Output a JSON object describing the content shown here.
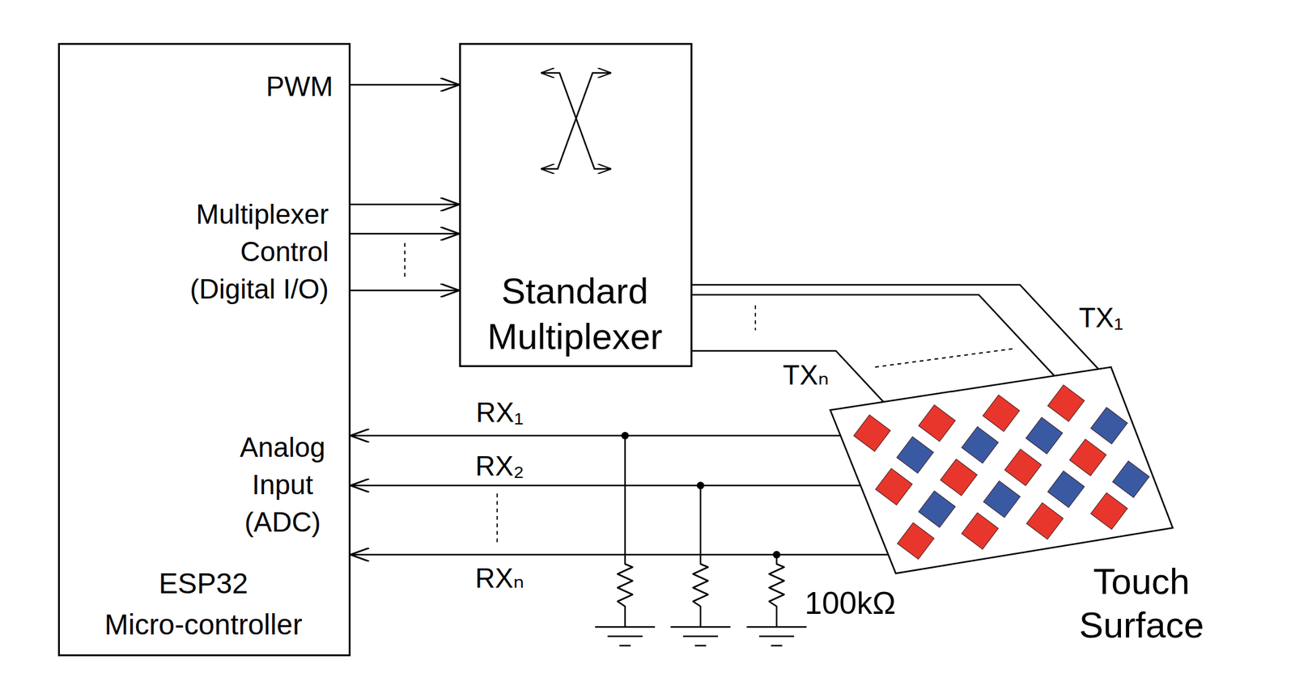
{
  "diagram": {
    "nodes": [
      {
        "text": [
          "PWM",
          "Multiplexer Control (Digital I/O)",
          "Analog Input (ADC)",
          "ESP32 Micro-controller"
        ]
      },
      {
        "text": [
          "Standard Multiplexer"
        ]
      },
      {
        "text": [
          "Touch Surface"
        ]
      }
    ],
    "edges": [
      {
        "from": 0,
        "to": 1,
        "arrow": "to"
      },
      {
        "from": 0,
        "to": 1,
        "arrow": "to"
      },
      {
        "from": 0,
        "to": 1,
        "arrow": "to"
      },
      {
        "from": 0,
        "to": 1,
        "arrow": "to"
      },
      {
        "from": 1,
        "to": 2,
        "arrow": "none",
        "label": "TX₁"
      },
      {
        "from": 1,
        "to": 2,
        "arrow": "none"
      },
      {
        "from": 1,
        "to": 2,
        "arrow": "none",
        "label": "TXₙ"
      },
      {
        "from": 2,
        "to": 0,
        "arrow": "to",
        "label": "RX₁"
      },
      {
        "from": 2,
        "to": 0,
        "arrow": "to",
        "label": "RX₂"
      },
      {
        "from": 2,
        "to": 0,
        "arrow": "to",
        "label": "RXₙ"
      }
    ],
    "labels": [
      "100kΩ"
    ]
  }
}
